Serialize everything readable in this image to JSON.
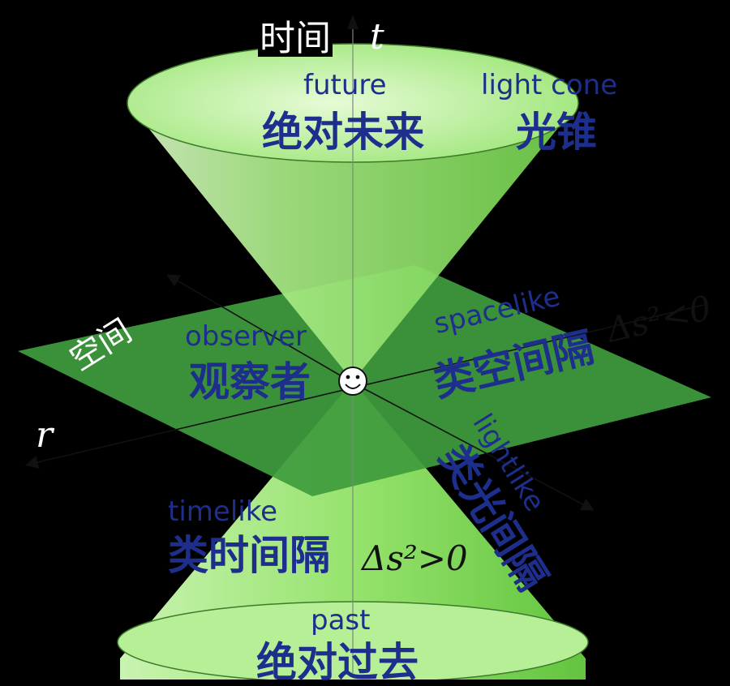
{
  "colors": {
    "background": "#000000",
    "cone_green": "#7ed957",
    "plane_green": "#3a9a3a",
    "label_blue": "#1e2e8c"
  },
  "axes": {
    "time_label_zh": "时间",
    "time_label": "t",
    "space_label_zh": "空间",
    "r_label": "r"
  },
  "regions": {
    "future_en": "future",
    "future_zh": "绝对未来",
    "lightcone_en": "light cone",
    "lightcone_zh": "光锥",
    "observer_en": "observer",
    "observer_zh": "观察者",
    "spacelike_en": "spacelike",
    "spacelike_zh": "类空间隔",
    "spacelike_formula": "Δs²<0",
    "lightlike_en": "lightlike",
    "lightlike_zh": "类光间隔",
    "timelike_en": "timelike",
    "timelike_zh": "类时间隔",
    "timelike_formula": "Δs²>0",
    "past_en": "past",
    "past_zh": "绝对过去"
  },
  "icons": {
    "observer": "smiley-face-icon"
  }
}
